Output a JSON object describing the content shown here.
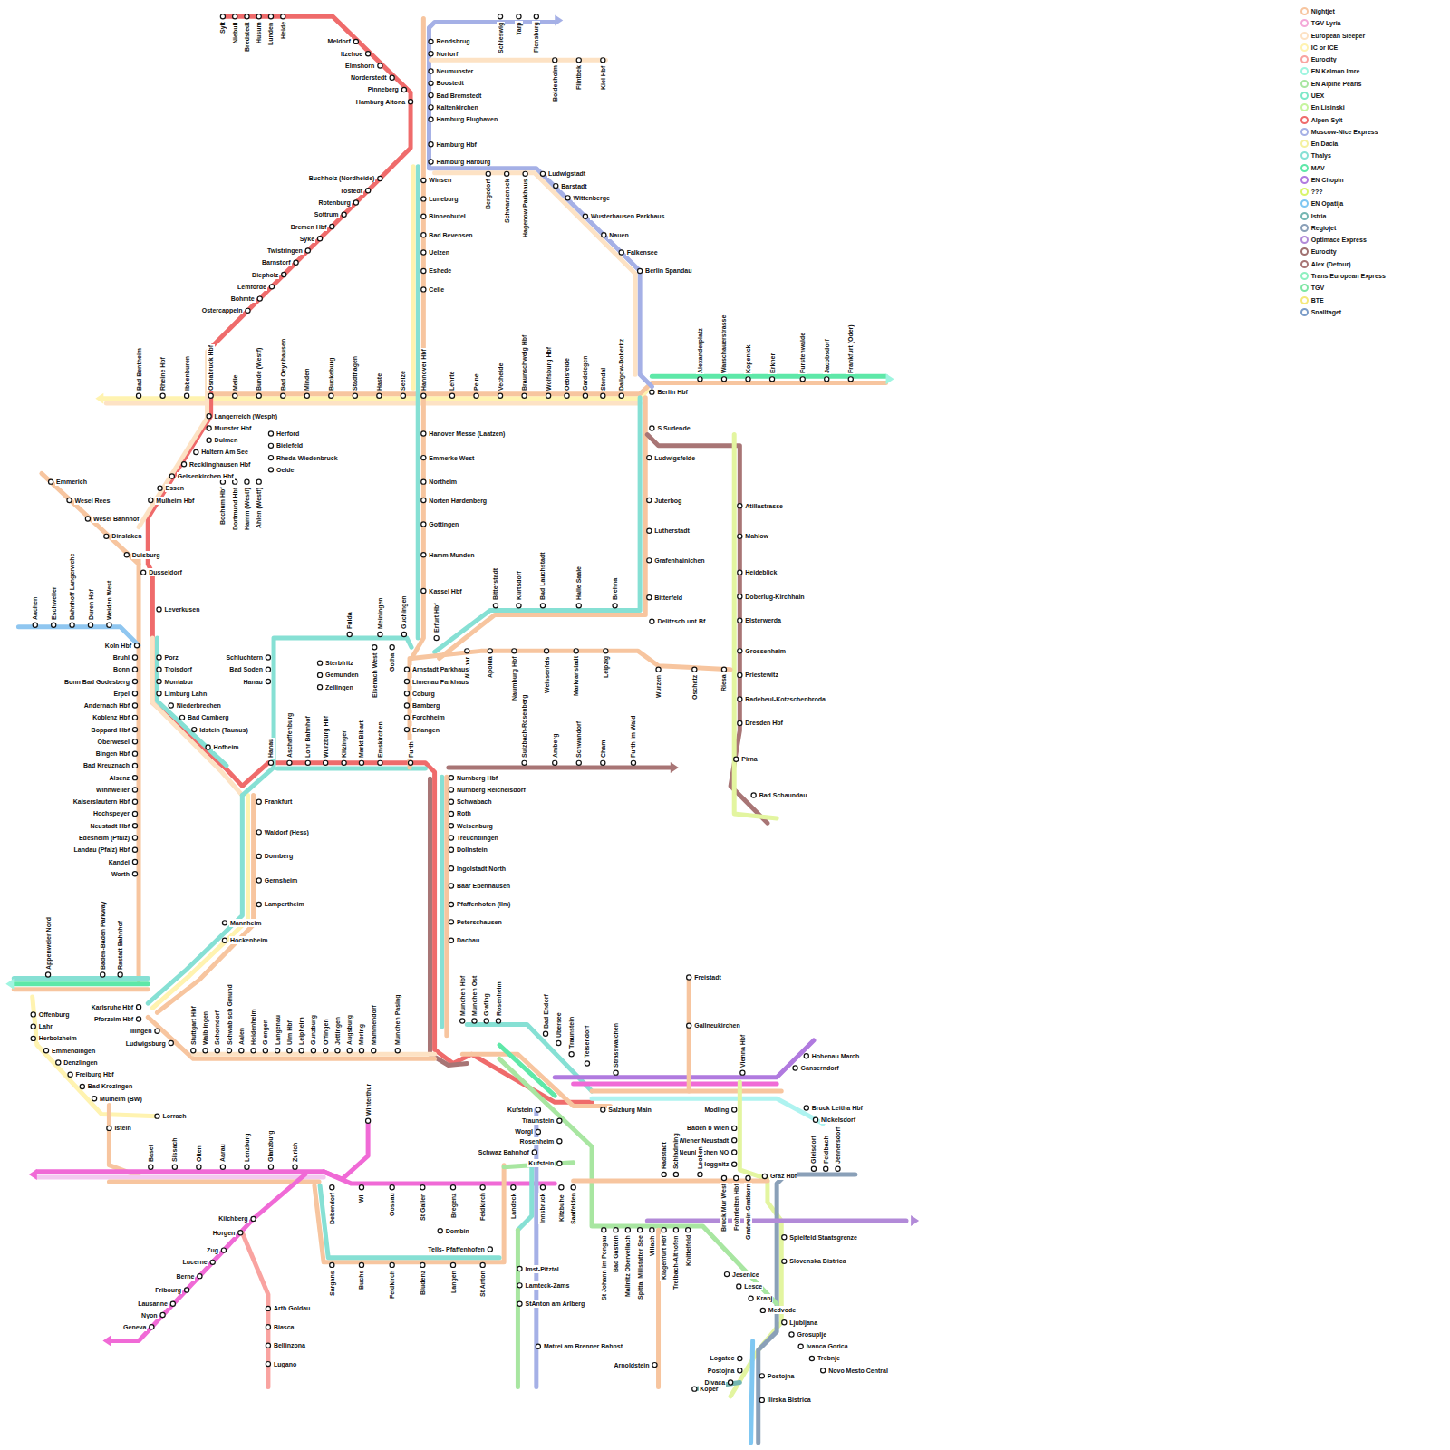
{
  "diagram": {
    "labels": [
      "Sylt",
      "Niebull",
      "Bredstedt",
      "Husum",
      "Lunden",
      "Heide",
      "Meldorf",
      "Itzehoe",
      "Elmshorn",
      "Norderstedt",
      "Pinneberg",
      "Hamburg Altona",
      "Rendsbrug",
      "Nortorf",
      "Neumunster",
      "Boostedt",
      "Bad Bremstedt",
      "Kaltenkirchen",
      "Hamburg Flughaven",
      "Hamburg Hbf",
      "Hamburg Harburg",
      "Schleswig",
      "Tarp",
      "Flensburg",
      "Boldesholm",
      "Flintbek",
      "Kiel Hbf",
      "Winsen",
      "Luneburg",
      "Binnenbutel",
      "Bad Bevensen",
      "Uelzen",
      "Eshede",
      "Celle",
      "Bergedorf",
      "Schwarzenbek",
      "Hagenow Parkhaus",
      "Ludwigstadt",
      "Barstadt",
      "Wittenberge",
      "Wusterhausen Parkhaus",
      "Nauen",
      "Falkensee",
      "Berlin Spandau",
      "Buchholz (Nordheide)",
      "Tostedt",
      "Rotenburg",
      "Sottrum",
      "Bremen Hbf",
      "Syke",
      "Twistringen",
      "Barnstorf",
      "Diepholz",
      "Lemforde",
      "Bohmte",
      "Ostercappeln",
      "Bad Bentheim",
      "Rheine Hbf",
      "Ibbenburen",
      "Osnabruck Hbf",
      "Melle",
      "Bunde (Westf)",
      "Bad Oeynhausen",
      "Minden",
      "Buckeburg",
      "Stadthagen",
      "Haste",
      "Seelze",
      "Hannover Hbf",
      "Lehrte",
      "Peine",
      "Vechelde",
      "Braunschweig Hbf",
      "Wolfsburg Hbf",
      "Oebisfelde",
      "Gardelegen",
      "Stendal",
      "Dallgow-Doberitz",
      "Alexanderplatz",
      "Warschauerstrasse",
      "Kopenick",
      "Erkner",
      "Furstenwalde",
      "Jacobsdorf",
      "Frankfurt (Oder)",
      "Berlin Hbf",
      "S Sudende",
      "Langerreich (Wesph)",
      "Munster Hbf",
      "Dulmen",
      "Haltern Am See",
      "Recklinghausen Hbf",
      "Gelsenkirchen Hbf",
      "Essen",
      "Mulheim Hbf",
      "Emmerich",
      "Wesel Rees",
      "Wesel Bahnhof",
      "Dinslaken",
      "Duisburg",
      "Dusseldorf",
      "Leverkusen",
      "Koln Hbf",
      "Herford",
      "Bielefeld",
      "Rheda-Wiedenbruck",
      "Oelde",
      "Bochum Hbf",
      "Dortmund Hbf",
      "Hamm (Westf)",
      "Ahlen (Westf)",
      "Hanover Messe (Laatzen)",
      "Emmerke West",
      "Northeim",
      "Norten Hardenberg",
      "Gottingen",
      "Hamm Munden",
      "Kassel Hbf",
      "Ludwigsfelde",
      "Juterbog",
      "Lutherstadt",
      "Grafenhainichen",
      "Bitterfeld",
      "Delitzsch unt Bf",
      "Atillastrasse",
      "Mahlow",
      "Heideblick",
      "Doberlug-Kirchhain",
      "Elsterwerda",
      "Grossenhaim",
      "Priestewitz",
      "Radebeul-Kotzschenbroda",
      "Dresden Hbf",
      "Pirna",
      "Bad Schaundau",
      "Wurzen",
      "Oschatz",
      "Riesa",
      "Bitterstadt",
      "Kurtsdorf",
      "Bad Lauchstadt",
      "Halle Saale",
      "Brehna",
      "Weimar",
      "Apolda",
      "Naumburg Hbf",
      "Weissenfels",
      "Markranstadt",
      "Leipzig",
      "Erfurt Hbf",
      "Fulda",
      "Meiningen",
      "Guchingen",
      "Eisenach West",
      "Gotha",
      "Schluchtern",
      "Bad Soden",
      "Hanau",
      "Sterbfritz",
      "Gemunden",
      "Zellingen",
      "Arnstadt Parkhaus",
      "Limenau Parkhaus",
      "Coburg",
      "Bamberg",
      "Forchheim",
      "Erlangen",
      "Hanau",
      "Aschaffenburg",
      "Lohr Bahnhof",
      "Wurzburg Hbf",
      "Kitzingen",
      "Markt Bibart",
      "Emskirchen",
      "Furth",
      "Sulzbach-Rosenberg",
      "Amberg",
      "Schwandorf",
      "Cham",
      "Furth im Wald",
      "Bruhl",
      "Bonn",
      "Bonn Bad Godesberg",
      "Erpel",
      "Andernach Hbf",
      "Koblenz Hbf",
      "Boppard Hbf",
      "Oberwesel",
      "Bingen Hbf",
      "Bad Kreuznach",
      "Alsenz",
      "Winnweiler",
      "Kaiserslautern Hbf",
      "Hochspeyer",
      "Neustadt Hbf",
      "Edesheim (Pfalz)",
      "Landau (Pfalz) Hbf",
      "Kandel",
      "Worth",
      "Porz",
      "Troisdorf",
      "Montabur",
      "Limburg Lahn",
      "Niederbrechen",
      "Bad Camberg",
      "Idstein (Taunus)",
      "Hofheim",
      "Frankfurt",
      "Waldorf (Hess)",
      "Dornberg",
      "Gernsheim",
      "Lampertheim",
      "Mannheim",
      "Hockenheim",
      "Aachen",
      "Eschweiler",
      "Bahnhoff Langerwehe",
      "Duren Hbf",
      "Weiden West",
      "Nurnberg Hbf",
      "Nurnberg Reichelsdorf",
      "Schwabach",
      "Roth",
      "Weisenburg",
      "Treuchtlingen",
      "Dollnstein",
      "Ingolstadt North",
      "Baar Ebenhausen",
      "Pfaffenhofen (Ilm)",
      "Peterschausen",
      "Dachau",
      "Appenweier Nord",
      "Baden-Baden Parkway",
      "Rastatt Bahnhof",
      "Karlsruhe Hbf",
      "Pforzeim Hbf",
      "Illingen",
      "Ludwigsburg",
      "Stuttgart Hbf",
      "Waiblingen",
      "Schorndorf",
      "Schwabisch Gmund",
      "Aalen",
      "Heidenheim",
      "Giengen",
      "Langenau",
      "Ulm Hbf",
      "Leipheim",
      "Gunzburg",
      "Offingen",
      "Jettingen",
      "Augsburg",
      "Mering",
      "Mammendorf",
      "Munchen Pasing",
      "Munchen Hbf",
      "Munchen Ost",
      "Grafing",
      "Rosenheim",
      "Bad Endorf",
      "Ubersee",
      "Traunstein",
      "Teisendorf",
      "Strasswalchen",
      "Salzburg Main",
      "Freistadt",
      "Gallneukirchen",
      "Vienna Hbf",
      "Hohenau March",
      "Ganserndorf",
      "Bruck Leitha Hbf",
      "Nickelsdorf",
      "Offenburg",
      "Lahr",
      "Herbolzheim",
      "Emmendingen",
      "Denzlingen",
      "Freiburg Hbf",
      "Bad Krozingen",
      "Mulheim (BW)",
      "Lorrach",
      "Istein",
      "Modling",
      "Baden b Wien",
      "Wiener Neustadt",
      "Neunkirchen NO",
      "Gloggnitz",
      "Kufstein",
      "Traunstein",
      "Worgl",
      "Rosenheim",
      "Schwaz Bahnhof",
      "Kufstein",
      "Basel",
      "Sissach",
      "Olten",
      "Aarau",
      "Lenzburg",
      "Glanzburg",
      "Zurich",
      "Winterthur",
      "Debendorf",
      "Wil",
      "Gossau",
      "St Gallen",
      "Bregenz",
      "Feldkirch",
      "Landeck",
      "Innsbruck",
      "Kitzbuhel",
      "Saalfelden",
      "Kilchberg",
      "Horgen",
      "Zug",
      "Lucerne",
      "Berne",
      "Fribourg",
      "Lausanne",
      "Nyon",
      "Geneva",
      "Arth Goldau",
      "Biasca",
      "Bellinzona",
      "Lugano",
      "Sargans",
      "Buchs",
      "Feldkirch",
      "Bludenz",
      "Langen",
      "St Anton",
      "Dombin",
      "Tells- Pfaffenhofen",
      "Imst-Pitztal",
      "Lamteck-Zams",
      "StAnton am Arlberg",
      "Matrei am Brenner Bahnst",
      "St Johann im Pongau",
      "Bad Gastein",
      "Mallnitz Obervellach",
      "Spittal Millstatter See",
      "Villach",
      "Klagenfurt Hbf",
      "Treibach-Althofen",
      "Knittelfeld",
      "Radstadt",
      "Schladming",
      "Leoben",
      "Bruck Mur West",
      "Frohnleiten Hbf",
      "Gratwein-Gratkorn",
      "Graz Hbf",
      "Arnoldstein",
      "Gleisdorf",
      "Feldbach",
      "Jennersdorf",
      "Jesenice",
      "Lesce",
      "Kranj",
      "Medvode",
      "Ljubljana",
      "Grosuplje",
      "Ivanca Gorica",
      "Trebnje",
      "Novo Mesto Central",
      "Logatec",
      "Postojna",
      "Divaca",
      "Koper",
      "Postojna",
      "Ilirska Bistrica",
      "Spielfeld Staatsgrenze",
      "Slovenska Bistrica"
    ],
    "legend": [
      {
        "text": "Nightjet",
        "color": "#f7c59f"
      },
      {
        "text": "TGV Lyria",
        "color": "#f4a9d8"
      },
      {
        "text": "European Sleeper",
        "color": "#fde2c4"
      },
      {
        "text": "IC or ICE",
        "color": "#fff3b0"
      },
      {
        "text": "Eurocity",
        "color": "#f9a3a0"
      },
      {
        "text": "EN Kalman Imre",
        "color": "#9ff5e0"
      },
      {
        "text": "EN Alpine Pearls",
        "color": "#a8e6a1"
      },
      {
        "text": "UEX",
        "color": "#7de8c8"
      },
      {
        "text": "En Lisinski",
        "color": "#c6f59e"
      },
      {
        "text": "Alpen-Sylt",
        "color": "#ef6b6b"
      },
      {
        "text": "Moscow-Nice Express",
        "color": "#a5b0e6"
      },
      {
        "text": "En Dacia",
        "color": "#f4f1a0"
      },
      {
        "text": "Thalys",
        "color": "#86e0d4"
      },
      {
        "text": "MAV",
        "color": "#5ee8a8"
      },
      {
        "text": "EN Chopin",
        "color": "#b07adf"
      },
      {
        "text": "???",
        "color": "#d9f56b"
      },
      {
        "text": "EN Opatija",
        "color": "#7fc7f2"
      },
      {
        "text": "Istria",
        "color": "#74b6b2"
      },
      {
        "text": "Regiojet",
        "color": "#8aa0b8"
      },
      {
        "text": "Optimace Express",
        "color": "#b28ad8"
      },
      {
        "text": "Eurocity",
        "color": "#a07070"
      },
      {
        "text": "Alex (Detour)",
        "color": "#a87575"
      },
      {
        "text": "Trans European Express",
        "color": "#8ef0c0"
      },
      {
        "text": "TGV",
        "color": "#7ee6a3"
      },
      {
        "text": "BTE",
        "color": "#f5e87a"
      },
      {
        "text": "Snalltaget",
        "color": "#7b9cc8"
      }
    ]
  }
}
